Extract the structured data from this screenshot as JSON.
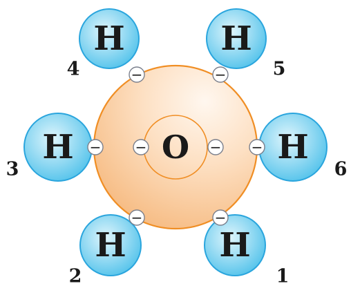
{
  "center_atom": {
    "symbol": "O",
    "colors": {
      "fill_light": "#fff7ef",
      "fill_mid": "#fde0c3",
      "fill_dark": "#f6bb82",
      "stroke": "#f08e24"
    }
  },
  "hydrogen_atoms": [
    {
      "symbol": "H",
      "label": "4"
    },
    {
      "symbol": "H",
      "label": "5"
    },
    {
      "symbol": "H",
      "label": "3"
    },
    {
      "symbol": "H",
      "label": "6"
    },
    {
      "symbol": "H",
      "label": "2"
    },
    {
      "symbol": "H",
      "label": "1"
    }
  ],
  "hydrogen_colors": {
    "fill_light": "#dff5fc",
    "fill_mid": "#8fd8f2",
    "fill_dark": "#4bc0ea",
    "stroke": "#2aa5dd"
  },
  "electron": {
    "symbol": "−",
    "fill": "#ffffff",
    "stroke": "#7a7f8c"
  }
}
